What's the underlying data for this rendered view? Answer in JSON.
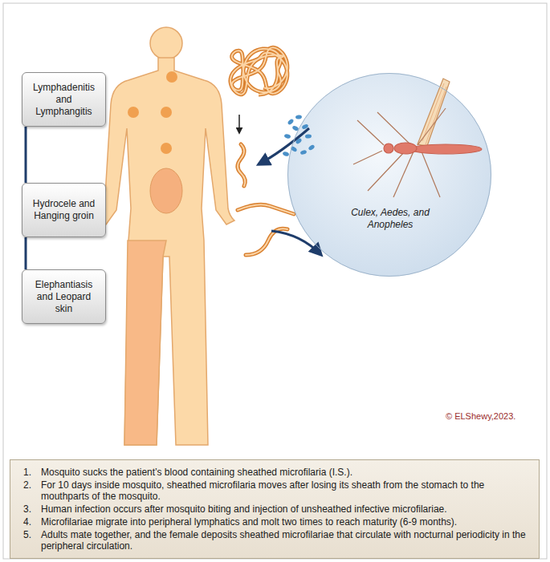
{
  "diagram": {
    "nodes": [
      {
        "text": [
          "Lymphadenitis and Lymphangitis"
        ]
      },
      {
        "text": [
          "Hydrocele and Hanging groin"
        ]
      },
      {
        "text": [
          "Elephantiasis and Leopard skin"
        ]
      },
      {
        "text": [
          "Culex, Aedes, and Anopheles"
        ]
      },
      {
        "text": [
          "Mosquito sucks the patient’s blood containing sheathed microfilaria (I.S.).",
          "For 10 days inside mosquito, sheathed microfilaria moves after losing its sheath from the stomach to the mouthparts of the mosquito.",
          "Human infection occurs after mosquito biting and injection of unsheathed infective microfilariae.",
          "Microfilariae migrate into peripheral lymphatics and molt two times to reach maturity (6-9 months).",
          "Adults mate together, and the female deposits sheathed microfilariae that circulate with nocturnal periodicity in the peripheral circulation."
        ]
      }
    ],
    "edges": [
      {
        "from": 0,
        "to": 1,
        "arrow": "none"
      },
      {
        "from": 1,
        "to": 2,
        "arrow": "none"
      }
    ],
    "labels": [
      "1.",
      "2.",
      "3.",
      "4.",
      "5.",
      "© ELShewy,2023."
    ]
  }
}
